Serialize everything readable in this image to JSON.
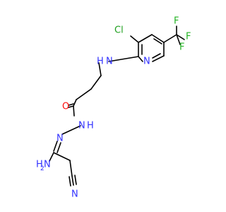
{
  "colors": {
    "carbon_bond": "#000000",
    "nitrogen": "#3333ff",
    "oxygen": "#ff0d0d",
    "chlorine": "#1fa01f",
    "fluorine": "#23b323"
  },
  "atoms": {
    "cl": "Cl",
    "f_top": "F",
    "f_right": "F",
    "f_bottom": "F",
    "n_amine": "N",
    "h_amine": "H",
    "n_ring": "N",
    "o_carbonyl": "O",
    "n_hydrazide": "N",
    "h_hydrazide": "H",
    "n_hydrazone": "N",
    "nh2_n": "N",
    "nh2_h": "H",
    "nh2_sub": "2",
    "n_nitrile": "N"
  }
}
